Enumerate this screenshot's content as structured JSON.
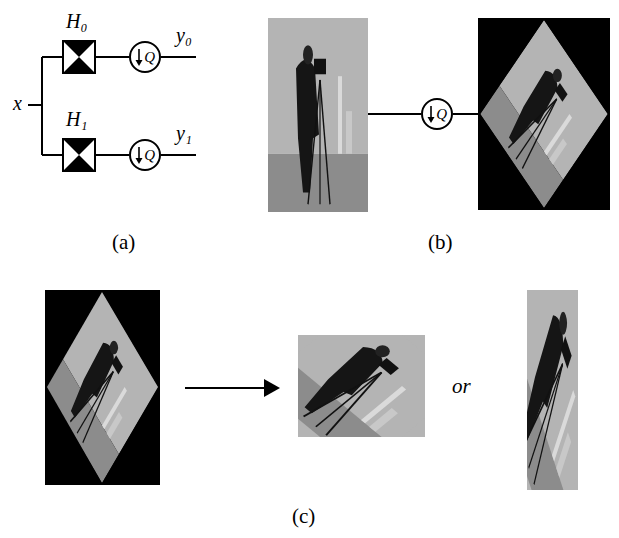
{
  "diagram": {
    "nodes": [
      {
        "text": [
          "H₀"
        ]
      },
      {
        "text": [
          "Q"
        ]
      },
      {
        "text": [
          "H₁"
        ]
      },
      {
        "text": [
          "Q"
        ]
      },
      {
        "text": [
          "Q"
        ]
      }
    ],
    "edges": [
      {
        "from": 0,
        "to": 1,
        "arrow": "none"
      },
      {
        "from": 2,
        "to": 3,
        "arrow": "none"
      }
    ],
    "labels": [
      "x",
      "y₀",
      "y₁",
      "(a)",
      "(b)",
      "(c)",
      "or"
    ]
  }
}
